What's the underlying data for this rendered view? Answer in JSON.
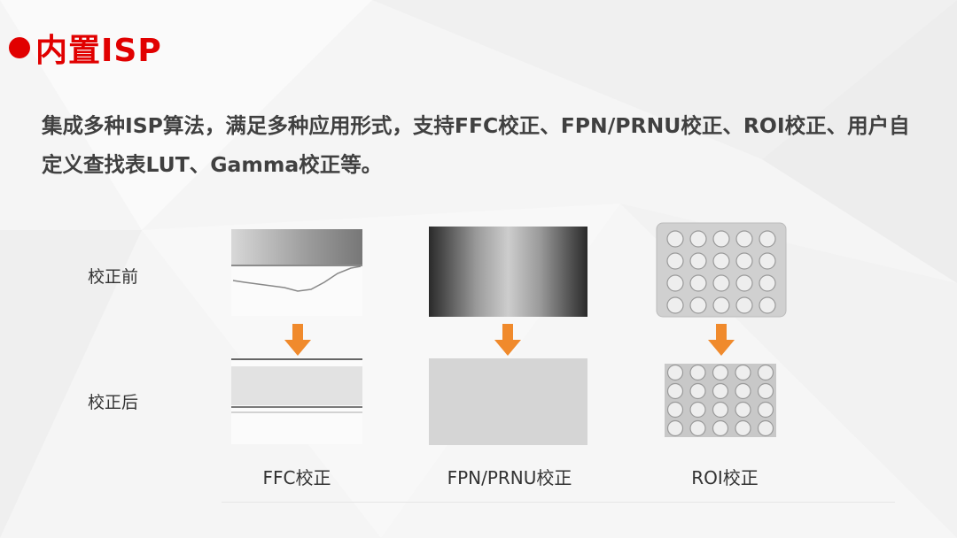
{
  "title": "内置ISP",
  "description": "集成多种ISP算法，满足多种应用形式，支持FFC校正、FPN/PRNU校正、ROI校正、用户自定义查找表LUT、Gamma校正等。",
  "row_labels": {
    "before": "校正前",
    "after": "校正后"
  },
  "columns": [
    {
      "label": "FFC校正"
    },
    {
      "label": "FPN/PRNU校正"
    },
    {
      "label": "ROI校正"
    }
  ],
  "colors": {
    "accent": "#e10000",
    "arrow": "#f08a2c"
  },
  "icons": {
    "arrow": "arrow-down-icon",
    "bullet": "bullet-dot-icon"
  }
}
